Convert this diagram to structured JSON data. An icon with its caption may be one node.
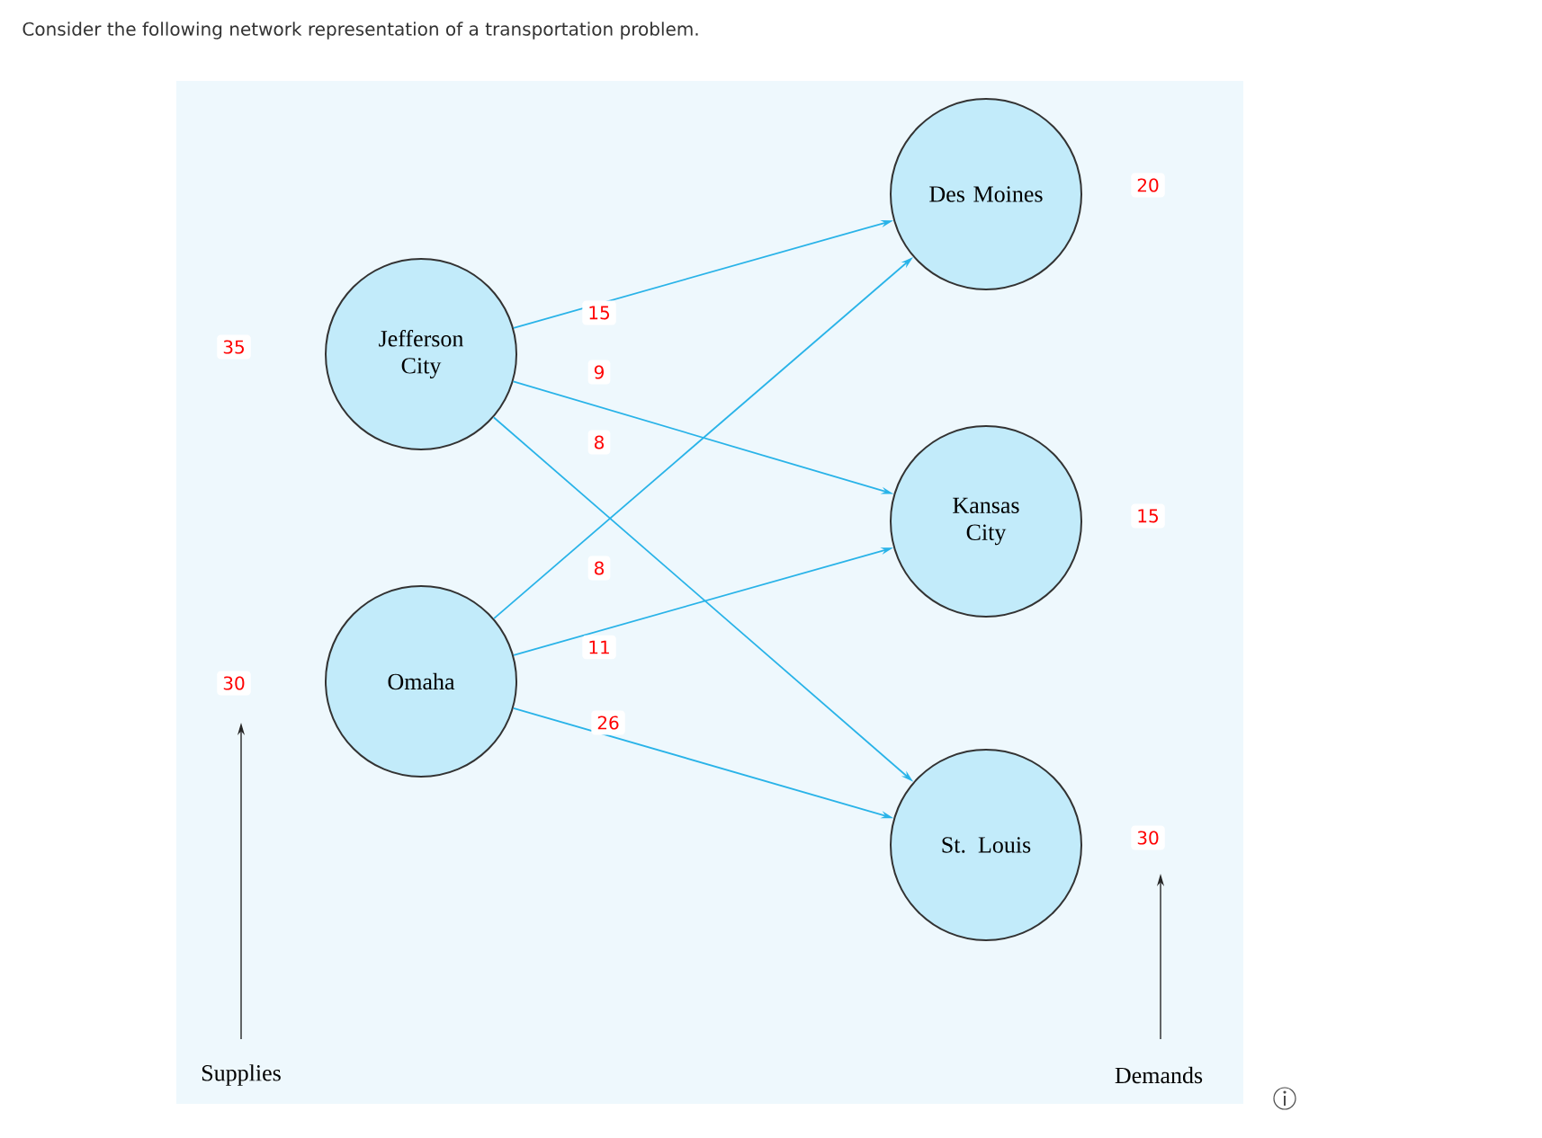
{
  "diagram": {
    "title": "Consider the following network representation of a transportation problem.",
    "nodes": [
      {
        "text": [
          "Jefferson City"
        ]
      },
      {
        "text": [
          "Omaha"
        ]
      },
      {
        "text": [
          "Des Moines"
        ],
        "beside": [
          "20"
        ]
      },
      {
        "text": [
          "Kansas City"
        ],
        "beside": [
          "15"
        ]
      },
      {
        "text": [
          "St. Louis"
        ],
        "beside": [
          "30"
        ]
      }
    ],
    "edges": [
      {
        "from": 0,
        "to": 2,
        "arrow": "to",
        "label": "15"
      },
      {
        "from": 0,
        "to": 3,
        "arrow": "to",
        "label": "9"
      },
      {
        "from": 0,
        "to": 4,
        "arrow": "to",
        "label": "8"
      },
      {
        "from": 1,
        "to": 2,
        "arrow": "to",
        "label": "8"
      },
      {
        "from": 1,
        "to": 3,
        "arrow": "to",
        "label": "11"
      },
      {
        "from": 1,
        "to": 4,
        "arrow": "to",
        "label": "26"
      }
    ],
    "labels": [
      "35",
      "30",
      "Supplies",
      "Demands"
    ]
  }
}
